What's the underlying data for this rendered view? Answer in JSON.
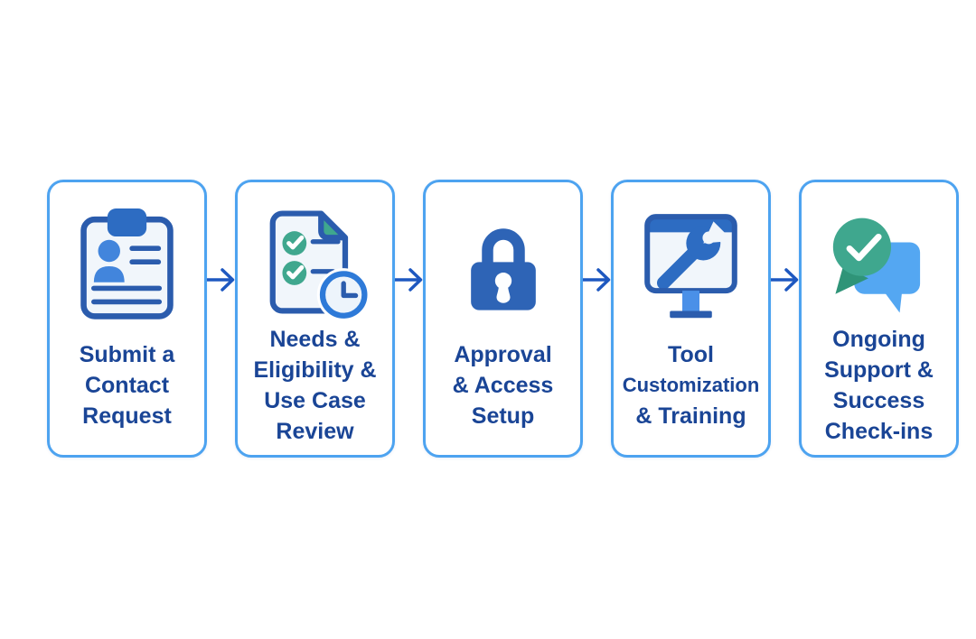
{
  "diagram": {
    "kind": "process-flow",
    "step_count": 5,
    "orientation": "horizontal"
  },
  "colors": {
    "card-border": "#4da3f0",
    "arrow": "#1e58c0",
    "text": "#1a4596",
    "icon-dark": "#2b5cad",
    "icon-mid": "#2d6cc2",
    "icon-lightblue": "#4285dc",
    "icon-surface": "#f1f6fb",
    "teal": "#3fa78e",
    "teal-dark": "#2f9478",
    "sky": "#54a7f2",
    "stand-blue": "#4a90e8",
    "lock-blue": "#2e64b6",
    "clock-ring": "#2e7ad8",
    "clock-face": "#edf4fb"
  },
  "steps": [
    {
      "label": "Submit a Contact Request",
      "lines": [
        "Submit a",
        "Contact",
        "Request"
      ],
      "icon": "contact-form-icon"
    },
    {
      "label": "Needs & Eligibility & Use Case Review",
      "lines": [
        "Needs &",
        "Eligibility &",
        "Use Case",
        "Review"
      ],
      "icon": "checklist-clock-icon"
    },
    {
      "label": "Approval & Access Setup",
      "lines": [
        "Approval",
        "& Access",
        "Setup"
      ],
      "icon": "lock-icon"
    },
    {
      "label": "Tool Customization & Training",
      "lines": [
        "Tool",
        "Customization",
        "& Training"
      ],
      "icon": "monitor-wrench-icon"
    },
    {
      "label": "Ongoing Support & Success Check-ins",
      "lines": [
        "Ongoing",
        "Support &",
        "Success",
        "Check-ins"
      ],
      "icon": "chat-check-icon"
    }
  ],
  "connector": {
    "glyph": "→",
    "count": 4
  }
}
